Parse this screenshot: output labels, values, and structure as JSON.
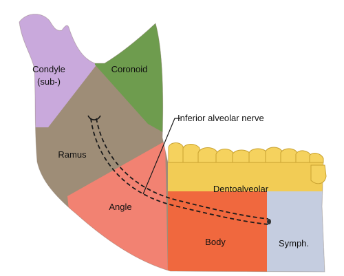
{
  "labels": {
    "condyle_line1": "Condyle",
    "condyle_line2": "(sub-)",
    "coronoid": "Coronoid",
    "ramus": "Ramus",
    "angle": "Angle",
    "dentoalveolar": "Dentoalveolar",
    "body": "Body",
    "symph": "Symph.",
    "nerve": "Inferior alveolar nerve"
  },
  "colors": {
    "condyle": "#c9a9dc",
    "coronoid": "#6e9c4e",
    "ramus": "#9e8d77",
    "angle": "#f28272",
    "dentoalveolar": "#f2cc55",
    "body": "#f0683e",
    "symph": "#c5cde0",
    "teeth": "#f5d25e",
    "nerve": "#1a1a1a"
  }
}
